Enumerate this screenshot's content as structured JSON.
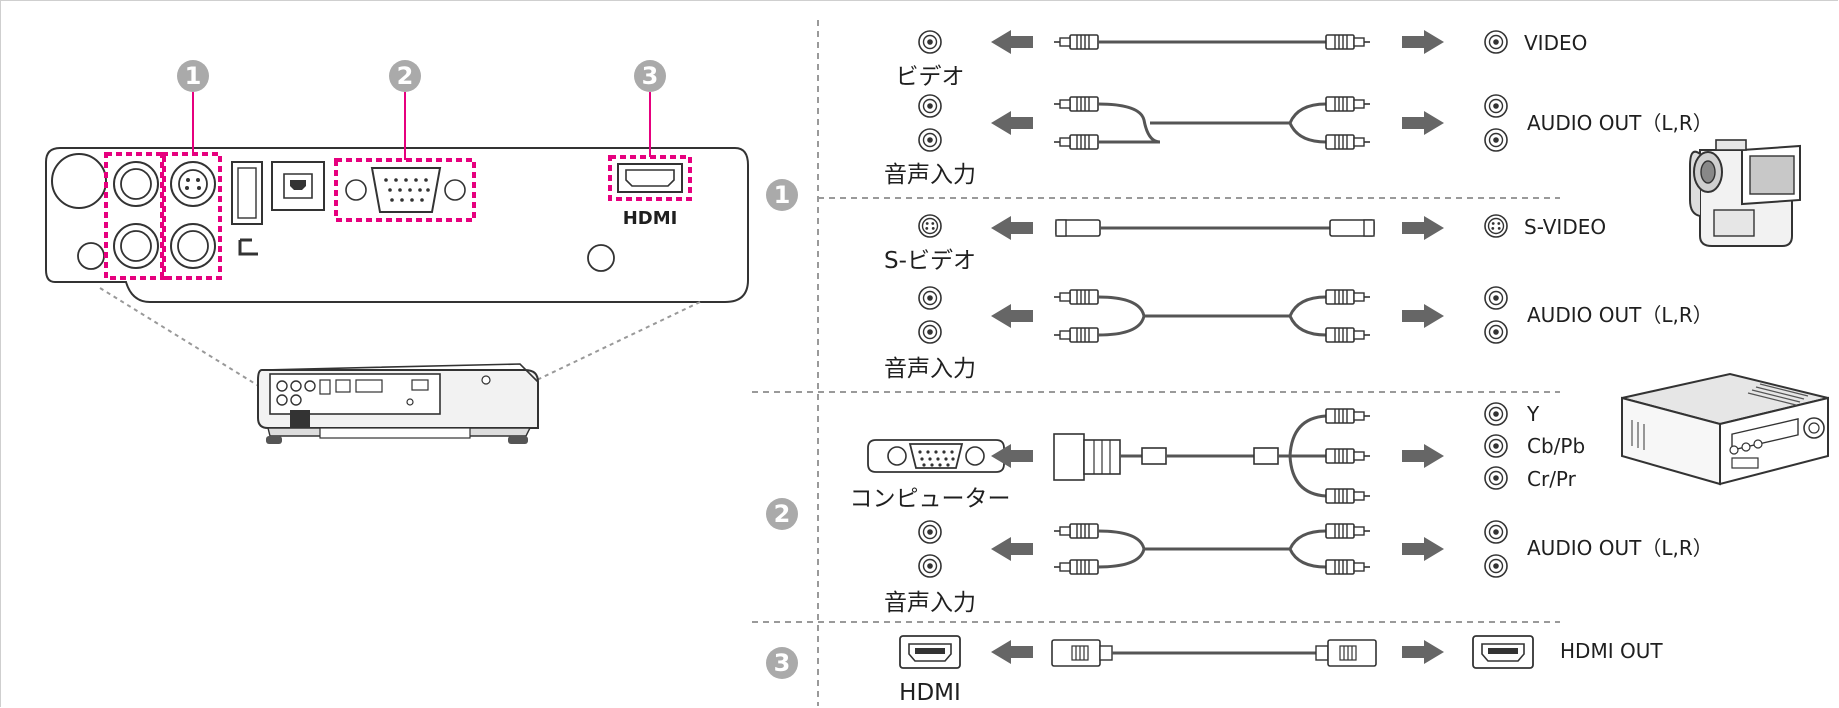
{
  "callouts": [
    "1",
    "2",
    "3"
  ],
  "projector": {
    "hdmi_logo": "HDMI"
  },
  "sections": [
    {
      "number": "1",
      "rows": [
        {
          "left_label": "ビデオ",
          "right_labels": [
            "VIDEO"
          ]
        },
        {
          "left_label": "音声入力",
          "right_labels": [
            "AUDIO OUT（L,R）"
          ]
        },
        {
          "left_label": "S-ビデオ",
          "right_labels": [
            "S-VIDEO"
          ]
        },
        {
          "left_label": "音声入力",
          "right_labels": [
            "AUDIO OUT（L,R）"
          ]
        }
      ]
    },
    {
      "number": "2",
      "rows": [
        {
          "left_label": "コンピューター",
          "right_labels": [
            "Y",
            "Cb/Pb",
            "Cr/Pr"
          ]
        },
        {
          "left_label": "音声入力",
          "right_labels": [
            "AUDIO OUT（L,R）"
          ]
        }
      ]
    },
    {
      "number": "3",
      "rows": [
        {
          "left_label": "HDMI",
          "right_labels": [
            "HDMI OUT"
          ]
        }
      ]
    }
  ],
  "colors": {
    "callout": "#aaaaaa",
    "highlight": "#e6007e",
    "arrow": "#666666",
    "cable": "#555555",
    "divider": "#9a9a9a"
  }
}
